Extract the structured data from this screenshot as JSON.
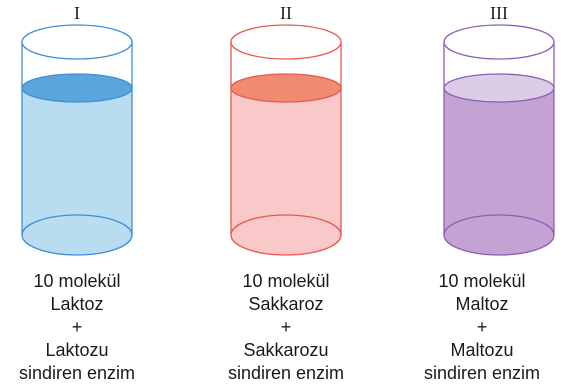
{
  "beakers": [
    {
      "numeral": "I",
      "lines": [
        "10 molekül",
        "Laktoz",
        "+",
        "Laktozu",
        "sindiren enzim"
      ],
      "colors": {
        "stroke": "#3d8ed6",
        "fill": "#b9dcf1",
        "surface": "#5aa6dc"
      }
    },
    {
      "numeral": "II",
      "lines": [
        "10 molekül",
        "Sakkaroz",
        "+",
        "Sakkarozu",
        "sindiren enzim"
      ],
      "colors": {
        "stroke": "#e5594f",
        "fill": "#f9c9c9",
        "surface": "#ef8b70"
      }
    },
    {
      "numeral": "III",
      "lines": [
        "10 molekül",
        "Maltoz",
        "+",
        "Maltozu",
        "sindiren enzim"
      ],
      "colors": {
        "stroke": "#8d5fb3",
        "fill": "#c2a3d3",
        "surface": "#dccce8"
      }
    }
  ]
}
